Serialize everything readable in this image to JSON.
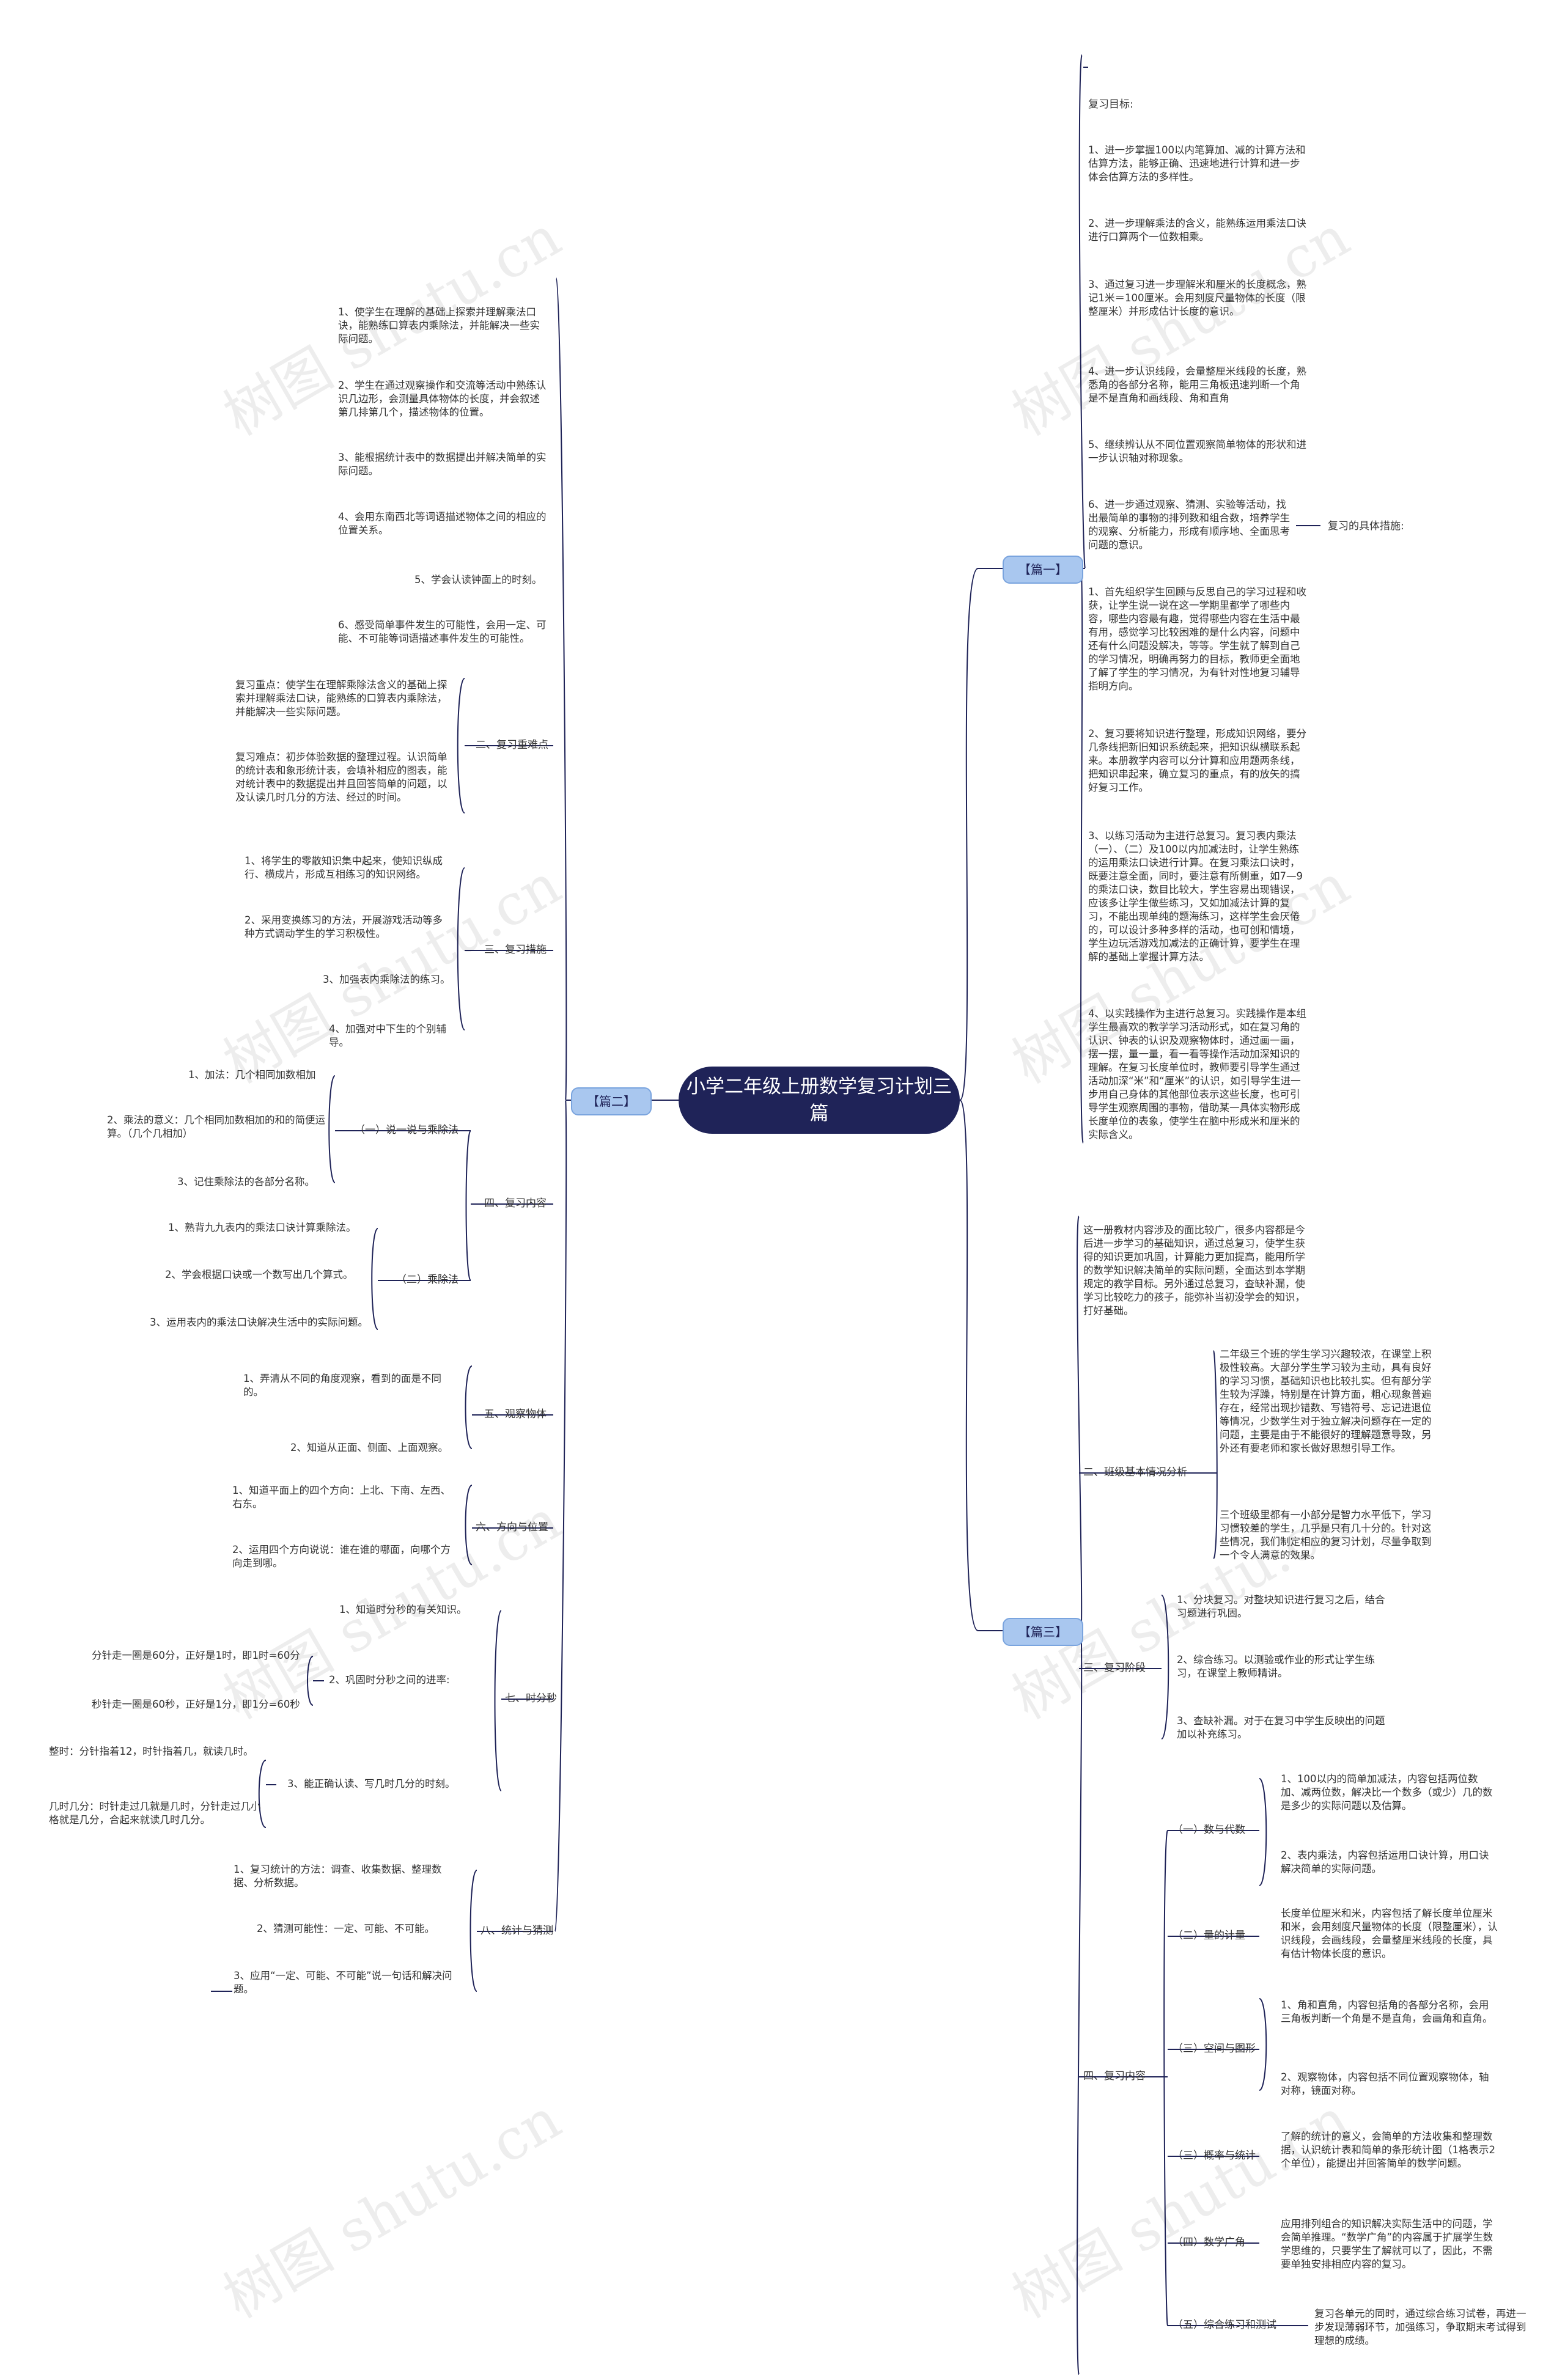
{
  "root": "小学二年级上册数学复习计划三篇",
  "watermark": "树图 shutu.cn",
  "sections": {
    "p1": "【篇一】",
    "p2": "【篇二】",
    "p3": "【篇三】"
  },
  "p1": {
    "goal_title": "复习目标:",
    "g1": "1、进一步掌握100以内笔算加、减的计算方法和估算方法，能够正确、迅速地进行计算和进一步体会估算方法的多样性。",
    "g2": "2、进一步理解乘法的含义，能熟练运用乘法口诀进行口算两个一位数相乘。",
    "g3": "3、通过复习进一步理解米和厘米的长度概念，熟记1米＝100厘米。会用刻度尺量物体的长度（限整厘米）并形成估计长度的意识。",
    "g4": "4、进一步认识线段，会量整厘米线段的长度，熟悉角的各部分名称，能用三角板迅速判断一个角是不是直角和画线段、角和直角",
    "g5": "5、继续辨认从不同位置观察简单物体的形状和进一步认识轴对称现象。",
    "g6": "6、进一步通过观察、猜测、实验等活动，找出最简单的事物的排列数和组合数，培养学生的观察、分析能力，形成有顺序地、全面思考问题的意识。",
    "measures_label": "复习的具体措施:",
    "m1": "1、首先组织学生回顾与反思自己的学习过程和收获，让学生说一说在这一学期里都学了哪些内容，哪些内容最有趣，觉得哪些内容在生活中最有用，感觉学习比较困难的是什么内容，问题中还有什么问题没解决，等等。学生就了解到自己的学习情况，明确再努力的目标，教师更全面地了解了学生的学习情况，为有针对性地复习辅导指明方向。",
    "m2": "2、复习要将知识进行整理，形成知识网络，要分几条线把新旧知识系统起来，把知识纵横联系起来。本册教学内容可以分计算和应用题两条线，把知识串起来，确立复习的重点，有的放矢的搞好复习工作。",
    "m3": "3、以练习活动为主进行总复习。复习表内乘法（一）、（二）及100以内加减法时，让学生熟练的运用乘法口诀进行计算。在复习乘法口诀时，既要注意全面，同时，要注意有所侧重，如7—9的乘法口诀，数目比较大，学生容易出现错误，应该多让学生做些练习，又如加减法计算的复习，不能出现单纯的题海练习，这样学生会厌倦的，可以设计多种多样的活动，也可创和情境，学生边玩活游戏加减法的正确计算，要学生在理解的基础上掌握计算方法。",
    "m4": "4、以实践操作为主进行总复习。实践操作是本组学生最喜欢的教学学习活动形式，如在复习角的认识、钟表的认识及观察物体时，通过画一画，摆一摆，量一量，看一看等操作活动加深知识的理解。在复习长度单位时，教师要引导学生通过活动加深“米”和“厘米”的认识，如引导学生进一步用自己身体的其他部位表示这些长度，也可引导学生观察周围的事物，借助某一具体实物形成长度单位的表象，使学生在脑中形成米和厘米的实际含义。"
  },
  "p2": {
    "items": {
      "a1": "1、使学生在理解的基础上探索并理解乘法口诀，能熟练口算表内乘除法，并能解决一些实际问题。",
      "a2": "2、学生在通过观察操作和交流等活动中熟练认识几边形，会测量具体物体的长度，并会叙述第几排第几个，描述物体的位置。",
      "a3": "3、能根据统计表中的数据提出并解决简单的实际问题。",
      "a4": "4、会用东南西北等词语描述物体之间的相应的位置关系。",
      "a5": "5、学会认读钟面上的时刻。",
      "a6": "6、感受简单事件发生的可能性，会用一定、可能、不可能等词语描述事件发生的可能性。"
    },
    "key": {
      "label": "二、复习重难点",
      "focus": "复习重点：使学生在理解乘除法含义的基础上探索并理解乘法口诀，能熟练的口算表内乘除法，并能解决一些实际问题。",
      "difficulty": "复习难点：初步体验数据的整理过程。认识简单的统计表和象形统计表，会填补相应的图表，能对统计表中的数据提出并且回答简单的问题，以及认读几时几分的方法、经过的时间。"
    },
    "measures": {
      "label": "三、复习措施",
      "c1": "1、将学生的零散知识集中起来，使知识纵成行、横成片，形成互相练习的知识网络。",
      "c2": "2、采用变换练习的方法，开展游戏活动等多种方式调动学生的学习积极性。",
      "c3": "3、加强表内乘除法的练习。",
      "c4": "4、加强对中下生的个别辅导。"
    },
    "content": {
      "label": "四、复习内容",
      "s1": {
        "label": "（一）说一说与乘除法",
        "i1": "1、加法：几个相同加数相加",
        "i2": "2、乘法的意义：几个相同加数相加的和的简便运算。（几个几相加）",
        "i3": "3、记住乘除法的各部分名称。"
      },
      "s2": {
        "label": "（二）乘除法",
        "i1": "1、熟背九九表内的乘法口诀计算乘除法。",
        "i2": "2、学会根据口诀或一个数写出几个算式。",
        "i3": "3、运用表内的乘法口诀解决生活中的实际问题。"
      }
    },
    "observe": {
      "label": "五、观察物体",
      "i1": "1、弄清从不同的角度观察，看到的面是不同的。",
      "i2": "2、知道从正面、侧面、上面观察。"
    },
    "direction": {
      "label": "六、方向与位置",
      "i1": "1、知道平面上的四个方向：上北、下南、左西、右东。",
      "i2": "2、运用四个方向说说：谁在谁的哪面，向哪个方向走到哪。"
    },
    "time": {
      "label": "七、时分秒",
      "i1": "1、知道时分秒的有关知识。",
      "i2": "2、巩固时分秒之间的进率:",
      "i2a": "分针走一圈是60分，正好是1时，即1时=60分",
      "i2b": "秒针走一圈是60秒，正好是1分，即1分=60秒",
      "i3": "3、能正确认读、写几时几分的时刻。",
      "i3a": "整时：分针指着12，时针指着几，就读几时。",
      "i3b": "几时几分：时针走过几就是几时，分针走过几小格就是几分，合起来就读几时几分。"
    },
    "stats": {
      "label": "八、统计与猜测",
      "i1": "1、复习统计的方法：调查、收集数据、整理数据、分析数据。",
      "i2": "2、猜测可能性：一定、可能、不可能。",
      "i3": "3、应用“一定、可能、不可能”说一句话和解决问题。"
    }
  },
  "p3": {
    "intro": "这一册教材内容涉及的面比较广，很多内容都是今后进一步学习的基础知识，通过总复习，使学生获得的知识更加巩固，计算能力更加提高，能用所学的数学知识解决简单的实际问题，全面达到本学期规定的教学目标。另外通过总复习，查缺补漏，使学习比较吃力的孩子，能弥补当初没学会的知识，打好基础。",
    "class": {
      "label": "二、班级基本情况分析",
      "t1": "二年级三个班的学生学习兴趣较浓，在课堂上积极性较高。大部分学生学习较为主动，具有良好的学习习惯，基础知识也比较扎实。但有部分学生较为浮躁，特别是在计算方面，粗心现象普遍存在，经常出现抄错数、写错符号、忘记进退位等情况，少数学生对于独立解决问题存在一定的问题，主要是由于不能很好的理解题意导致，另外还有要老师和家长做好思想引导工作。",
      "t2": "三个班级里都有一小部分是智力水平低下，学习习惯较差的学生，几乎是只有几十分的。针对这些情况，我们制定相应的复习计划，尽量争取到一个令人满意的效果。"
    },
    "stage": {
      "label": "三、复习阶段",
      "i1": "1、分块复习。对整块知识进行复习之后，结合习题进行巩固。",
      "i2": "2、综合练习。以测验或作业的形式让学生练习，在课堂上教师精讲。",
      "i3": "3、查缺补漏。对于在复习中学生反映出的问题加以补充练习。"
    },
    "content": {
      "label": "四、复习内容",
      "s1": {
        "label": "（一）数与代数",
        "i1": "1、100以内的简单加减法，内容包括两位数加、减两位数，解决比一个数多（或少）几的数是多少的实际问题以及估算。",
        "i2": "2、表内乘法，内容包括运用口诀计算，用口诀解决简单的实际问题。"
      },
      "s2": {
        "label": "（二）量的计量",
        "i1": "长度单位厘米和米，内容包括了解长度单位厘米和米，会用刻度尺量物体的长度（限整厘米），认识线段，会画线段，会量整厘米线段的长度，具有估计物体长度的意识。"
      },
      "s3": {
        "label": "（三）空间与图形",
        "i1": "1、角和直角，内容包括角的各部分名称，会用三角板判断一个角是不是直角，会画角和直角。",
        "i2": "2、观察物体，内容包括不同位置观察物体，轴对称，镜面对称。"
      },
      "s4": {
        "label": "（三）概率与统计",
        "i1": "了解的统计的意义，会简单的方法收集和整理数据，认识统计表和简单的条形统计图（1格表示2个单位），能提出并回答简单的数学问题。"
      },
      "s5": {
        "label": "（四）数学广角",
        "i1": "应用排列组合的知识解决实际生活中的问题，学会简单推理。“数学广角”的内容属于扩展学生数学思维的，只要学生了解就可以了，因此，不需要单独安排相应内容的复习。"
      },
      "s6": {
        "label": "（五）综合练习和测试",
        "i1": "复习各单元的同时，通过综合练习试卷，再进一步发现薄弱环节，加强练习，争取期末考试得到理想的成绩。"
      }
    }
  }
}
